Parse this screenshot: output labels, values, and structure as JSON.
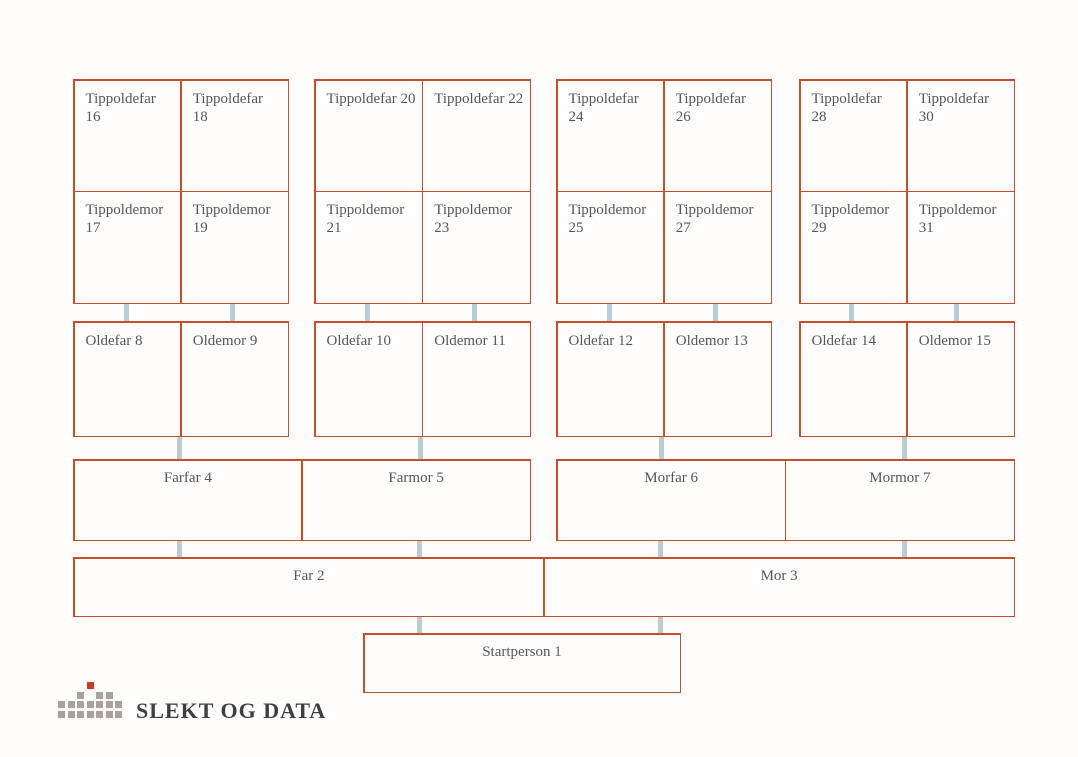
{
  "logo": {
    "text": "SLEKT OG DATA",
    "text_color": "#3d4043",
    "square_gray": "#a7a29d",
    "square_red": "#cb3a27"
  },
  "colors": {
    "box_border": "#c2502d",
    "connector_line": "#b9cdd2",
    "label_text": "#54575a",
    "background": "#fffefd"
  },
  "chart": {
    "tippolde_groups": [
      [
        "Tippoldefar 16",
        "Tippoldefar 18",
        "Tippoldemor 17",
        "Tippoldemor 19"
      ],
      [
        "Tippoldefar 20",
        "Tippoldefar 22",
        "Tippoldemor 21",
        "Tippoldemor 23"
      ],
      [
        "Tippoldefar 24",
        "Tippoldefar 26",
        "Tippoldemor 25",
        "Tippoldemor 27"
      ],
      [
        "Tippoldefar 28",
        "Tippoldefar 30",
        "Tippoldemor 29",
        "Tippoldemor 31"
      ]
    ],
    "olde_groups": [
      [
        "Oldefar 8",
        "Oldemor 9"
      ],
      [
        "Oldefar 10",
        "Oldemor 11"
      ],
      [
        "Oldefar 12",
        "Oldemor 13"
      ],
      [
        "Oldefar 14",
        "Oldemor 15"
      ]
    ],
    "besteforeldre_groups": [
      [
        "Farfar 4",
        "Farmor 5"
      ],
      [
        "Morfar 6",
        "Mormor 7"
      ]
    ],
    "foreldre": [
      "Far 2",
      "Mor 3"
    ],
    "startperson": "Startperson 1"
  }
}
